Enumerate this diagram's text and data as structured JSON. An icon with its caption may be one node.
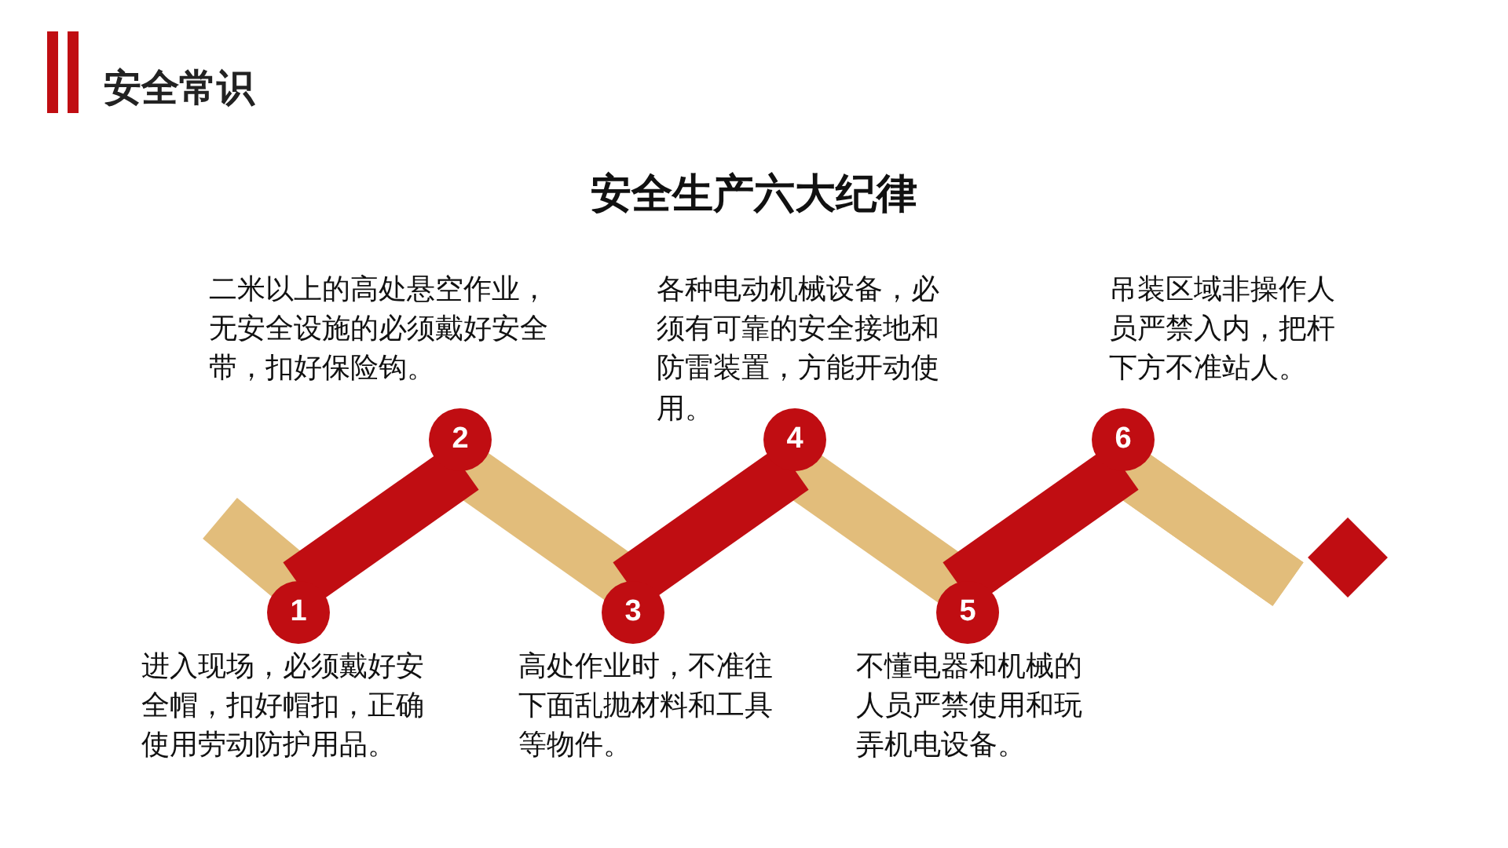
{
  "diagram": {
    "title": "安全生产六大纪律",
    "nodes": [
      {
        "text": [
          "1"
        ],
        "beside": [
          "进入现场，必须戴好安全帽，扣好帽扣，正确使用劳动防护用品。"
        ]
      },
      {
        "text": [
          "2"
        ],
        "beside": [
          "二米以上的高处悬空作业，无安全设施的必须戴好安全带，扣好保险钩。"
        ]
      },
      {
        "text": [
          "3"
        ],
        "beside": [
          "高处作业时，不准往下面乱抛材料和工具等物件。"
        ]
      },
      {
        "text": [
          "4"
        ],
        "beside": [
          "各种电动机械设备，必须有可靠的安全接地和防雷装置，方能开动使用。"
        ]
      },
      {
        "text": [
          "5"
        ],
        "beside": [
          "不懂电器和机械的人员严禁使用和玩弄机电设备。"
        ]
      },
      {
        "text": [
          "6"
        ],
        "beside": [
          "吊装区域非操作人员严禁入内，把杆下方不准站人。"
        ]
      }
    ],
    "labels": [
      "安全常识"
    ]
  }
}
